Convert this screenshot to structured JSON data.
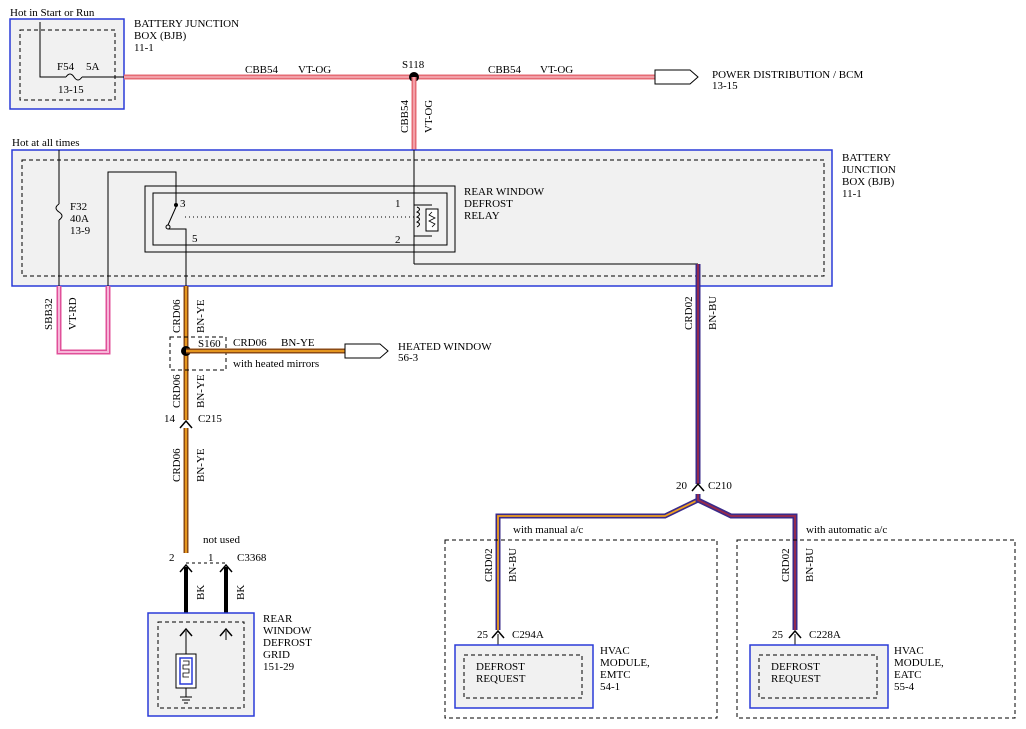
{
  "hot_start_run": "Hot in Start or Run",
  "hot_all_times": "Hot at all times",
  "bjb_top": {
    "line1": "BATTERY JUNCTION",
    "line2": "BOX (BJB)",
    "line3": "11-1"
  },
  "bjb_main": {
    "line1": "BATTERY",
    "line2": "JUNCTION",
    "line3": "BOX (BJB)",
    "line4": "11-1"
  },
  "fuse_f54": {
    "name": "F54",
    "amp": "5A",
    "ref": "13-15"
  },
  "fuse_f32": {
    "name": "F32",
    "amp": "40A",
    "ref": "13-9"
  },
  "splice_s118": "S118",
  "splice_s160": "S160",
  "wire_cbb54_left": {
    "circuit": "CBB54",
    "color": "VT-OG"
  },
  "wire_cbb54_right": {
    "circuit": "CBB54",
    "color": "VT-OG"
  },
  "wire_cbb54_vert": {
    "circuit": "CBB54",
    "color": "VT-OG"
  },
  "power_dist": {
    "line1": "POWER DISTRIBUTION / BCM",
    "line2": "13-15"
  },
  "relay": {
    "line1": "REAR WINDOW",
    "line2": "DEFROST",
    "line3": "RELAY",
    "pin1": "1",
    "pin2": "2",
    "pin3": "3",
    "pin5": "5"
  },
  "wire_sbb32": {
    "circuit": "SBB32",
    "color": "VT-RD"
  },
  "wire_crd06_a": {
    "circuit": "CRD06",
    "color": "BN-YE"
  },
  "wire_crd06_h": {
    "circuit": "CRD06",
    "color": "BN-YE"
  },
  "wire_crd06_b": {
    "circuit": "CRD06",
    "color": "BN-YE"
  },
  "wire_crd06_c": {
    "circuit": "CRD06",
    "color": "BN-YE"
  },
  "heated_window": {
    "line1": "HEATED WINDOW",
    "line2": "56-3"
  },
  "with_heated_mirrors": "with heated mirrors",
  "c215": {
    "pin": "14",
    "name": "C215"
  },
  "wire_crd02_main": {
    "circuit": "CRD02",
    "color": "BN-BU"
  },
  "c210": {
    "pin": "20",
    "name": "C210"
  },
  "with_manual": "with manual a/c",
  "with_automatic": "with automatic a/c",
  "wire_crd02_left": {
    "circuit": "CRD02",
    "color": "BN-BU"
  },
  "wire_crd02_right": {
    "circuit": "CRD02",
    "color": "BN-BU"
  },
  "c294a": {
    "pin": "25",
    "name": "C294A"
  },
  "c228a": {
    "pin": "25",
    "name": "C228A"
  },
  "defrost_request_left": {
    "line1": "DEFROST",
    "line2": "REQUEST"
  },
  "defrost_request_right": {
    "line1": "DEFROST",
    "line2": "REQUEST"
  },
  "hvac_emtc": {
    "line1": "HVAC",
    "line2": "MODULE,",
    "line3": "EMTC",
    "line4": "54-1"
  },
  "hvac_eatc": {
    "line1": "HVAC",
    "line2": "MODULE,",
    "line3": "EATC",
    "line4": "55-4"
  },
  "not_used": "not used",
  "c3368": {
    "pin2": "2",
    "pin1": "1",
    "name": "C3368"
  },
  "wire_bk_left": "BK",
  "wire_bk_right": "BK",
  "defrost_grid": {
    "line1": "REAR",
    "line2": "WINDOW",
    "line3": "DEFROST",
    "line4": "GRID",
    "line5": "151-29"
  },
  "colors": {
    "vt_og_outer": "#e56b74",
    "vt_og_inner": "#f2a0a8",
    "vt_rd": "#e0509a",
    "bn_ye_a": "#8b4a14",
    "bn_ye_b": "#f0a020",
    "bn_bu_a": "#3a2a8a",
    "bn_bu_b": "#9a2a4a",
    "box_blue": "#2a3bd8",
    "box_fill": "#f1f1f1"
  }
}
